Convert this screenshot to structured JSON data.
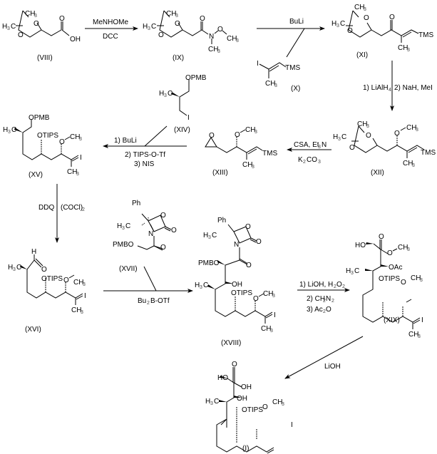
{
  "scheme": {
    "compounds": {
      "VIII": {
        "label": "(VIII)",
        "acid": "OH",
        "carbonyl_o": "O"
      },
      "IX": {
        "label": "(IX)",
        "n": "N",
        "o1": "O",
        "ch3a": "CH",
        "ch3b": "CH"
      },
      "X": {
        "label": "(X)",
        "i": "I",
        "tms": "TMS",
        "ch3": "CH"
      },
      "XI": {
        "label": "(XI)",
        "tms": "TMS",
        "ch3": "CH",
        "o": "O"
      },
      "XII": {
        "label": "(XII)",
        "tms": "TMS",
        "ome": "O",
        "ch3": "CH"
      },
      "XIII": {
        "label": "(XIII)",
        "tms": "TMS",
        "epoxide_o": "O",
        "ome": "O"
      },
      "XIV": {
        "label": "(XIV)",
        "opmb": "OPMB",
        "i": "I",
        "h3c": "H"
      },
      "XV": {
        "label": "(XV)",
        "opmb": "OPMB",
        "otips": "OTIPS",
        "i": "I"
      },
      "XVI": {
        "label": "(XVI)",
        "h": "H",
        "o": "O",
        "otips": "OTIPS",
        "i": "I"
      },
      "XVII": {
        "label": "(XVII)",
        "ph": "Ph",
        "pmbo": "PMBO",
        "n": "N",
        "o": "O"
      },
      "XVIII": {
        "label": "(XVIII)",
        "ph": "Ph",
        "pmbo": "PMBO",
        "oh": "OH",
        "otips": "OTIPS",
        "i": "I"
      },
      "XIX": {
        "label": "(XIX)",
        "ho": "HO",
        "oac": "OAc",
        "otips": "OTIPS",
        "i": "I"
      },
      "I": {
        "label": "(I)",
        "ho": "HO",
        "oh": "OH",
        "acid_oh": "OH",
        "otips": "OTIPS",
        "i": "I"
      }
    },
    "acetonide": {
      "o": "O",
      "ch3": "CH",
      "h3c": "H",
      "c": "C",
      "sub3": "3"
    },
    "steps": [
      {
        "id": "step1",
        "above": "MeNHOMe",
        "below": "DCC"
      },
      {
        "id": "step2",
        "above": "BuLi",
        "below": ""
      },
      {
        "id": "step3",
        "left": "1) LiAlH",
        "left_sub": "4",
        "right": "2) NaH, MeI"
      },
      {
        "id": "step4",
        "above": "CSA, Et",
        "above_sub": "3",
        "above_tail": "N",
        "below": "K",
        "below_sub1": "2",
        "below_mid": "CO",
        "below_sub2": "3"
      },
      {
        "id": "step5",
        "above": "1) BuLi",
        "below1": "2) TIPS-O-Tf",
        "below2": "3) NIS"
      },
      {
        "id": "step6",
        "left": "DDQ",
        "right": "(COCl)",
        "right_sub": "2"
      },
      {
        "id": "step7",
        "below": "Bu",
        "below_sub": "2",
        "below_tail": "B-OTf"
      },
      {
        "id": "step8",
        "line1": "1) LiOH, H",
        "line1_sub1": "2",
        "line1_mid": "O",
        "line1_sub2": "2",
        "line2": "2) CH",
        "line2_sub1": "2",
        "line2_mid": "N",
        "line2_sub2": "2",
        "line3": "3) Ac",
        "line3_sub": "2",
        "line3_tail": "O"
      },
      {
        "id": "step9",
        "label": "LiOH"
      }
    ]
  }
}
